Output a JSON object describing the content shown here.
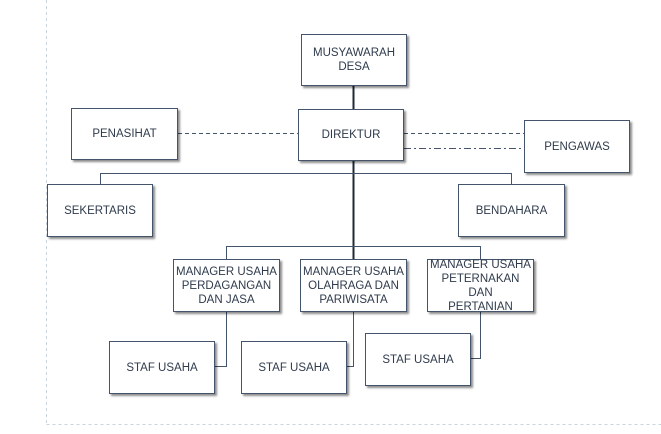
{
  "org_chart": {
    "musyawarah_desa": "MUSYAWARAH\nDESA",
    "direktur": "DIREKTUR",
    "penasihat": "PENASIHAT",
    "pengawas": "PENGAWAS",
    "sekertaris": "SEKERTARIS",
    "bendahara": "BENDAHARA",
    "manager_perdagangan": "MANAGER USAHA\nPERDAGANGAN\nDAN JASA",
    "manager_olahraga": "MANAGER USAHA\nOLAHRAGA DAN\nPARIWISATA",
    "manager_peternakan": "MANAGER USAHA\nPETERNAKAN DAN\nPERTANIAN",
    "staf_1": "STAF USAHA",
    "staf_2": "STAF USAHA",
    "staf_3": "STAF USAHA"
  },
  "colors": {
    "line": "#1f2a37",
    "box_border": "#44546a",
    "text": "#2f3b4c",
    "page_border": "#c8d3de"
  }
}
